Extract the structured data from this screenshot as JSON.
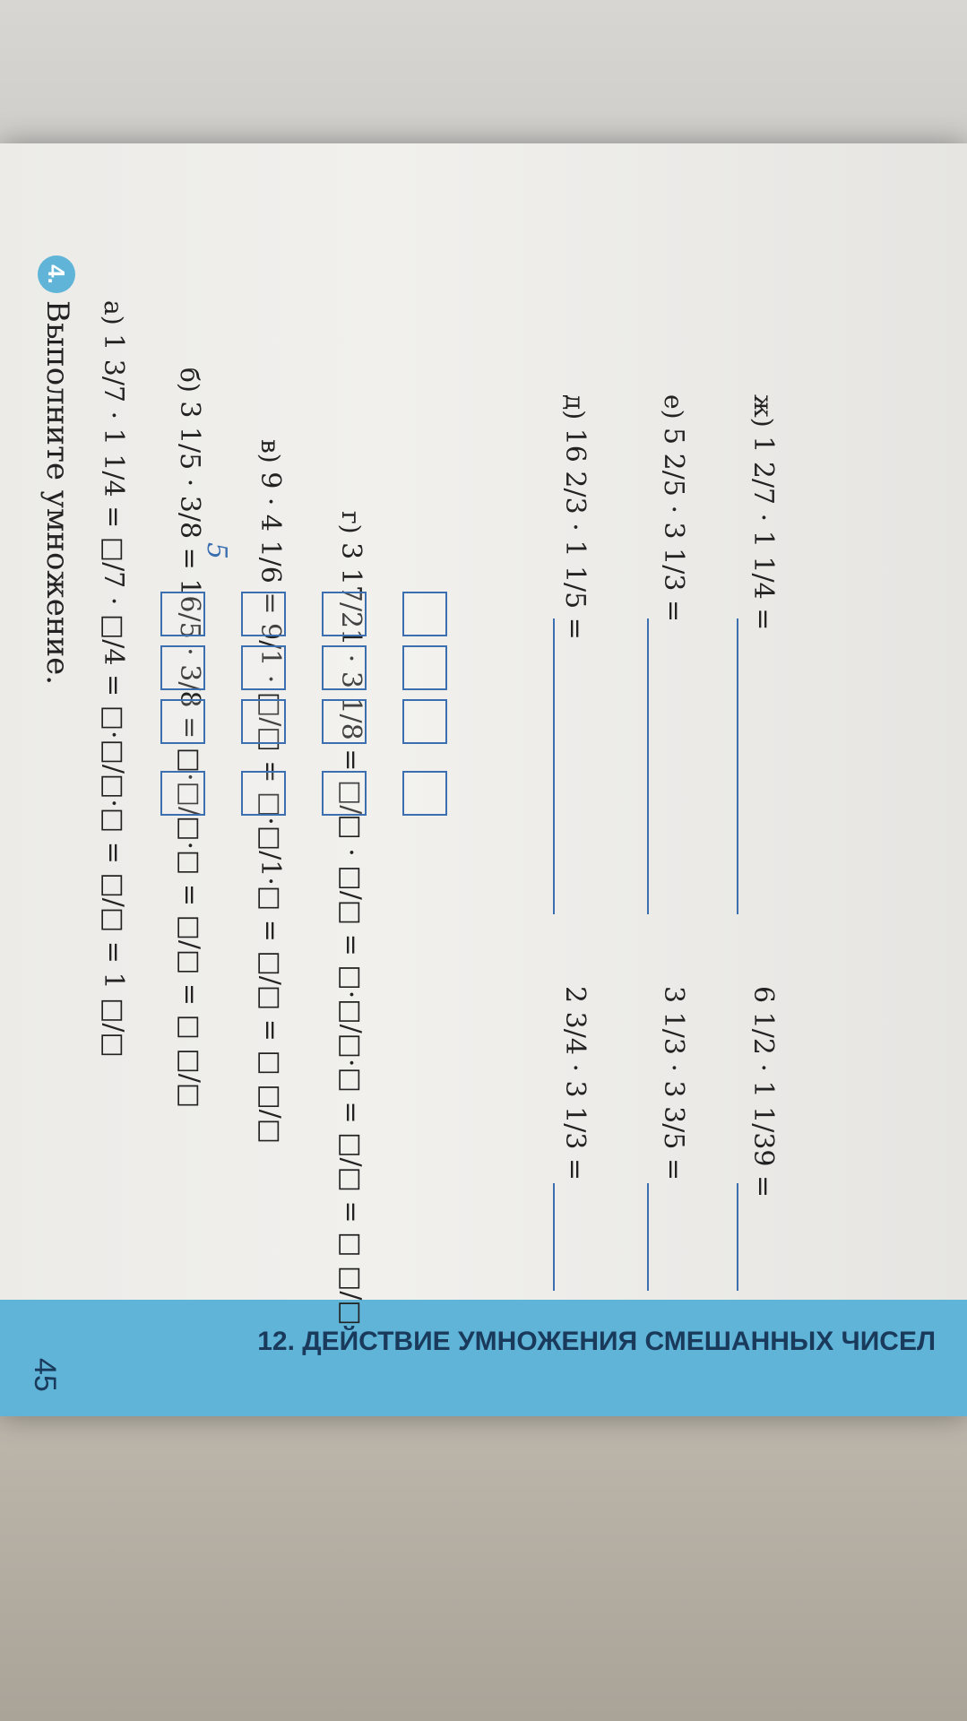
{
  "task": {
    "number": "4.",
    "title": "Выполните умножение."
  },
  "chapter": {
    "title": "12. ДЕЙСТВИЕ УМНОЖЕНИЯ СМЕШАННЫХ ЧИСЕЛ",
    "page_number": "45"
  },
  "exercises": [
    {
      "label": "а)",
      "expression": "1 3/7 · 1 1/4 = □/7 · □/4 = □·□/□·□ = □/□ = 1 □/□"
    },
    {
      "label": "б)",
      "expression": "3 1/5 · 3/8 = 16/5 · 3/8 = □·□/□·□ = □/□ = □ □/□"
    },
    {
      "label": "в)",
      "expression": "9 · 4 1/6 = 9/1 · □/□ = □·□/1·□ = □/□ = □ □/□"
    },
    {
      "label": "г)",
      "expression": "3 17/21 · 3 1/8 = □/□ · □/□ = □·□/□·□ = □/□ = □ □/□"
    },
    {
      "label": "д)",
      "expression": "16 2/3 · 1 1/5 ="
    },
    {
      "label": "е)",
      "expression": "5 2/5 · 3 1/3 ="
    },
    {
      "label": "ж)",
      "expression": "1 2/7 · 1 1/4 ="
    },
    {
      "label": "",
      "expression": "2 3/4 · 3 1/3 ="
    },
    {
      "label": "",
      "expression": "3 1/3 · 3 3/5 ="
    },
    {
      "label": "",
      "expression": "6 1/2 · 1 1/39 ="
    }
  ],
  "handwritten": {
    "digit": "5"
  },
  "colors": {
    "accent": "#5fb4d8",
    "ink": "#3b6fb0"
  }
}
